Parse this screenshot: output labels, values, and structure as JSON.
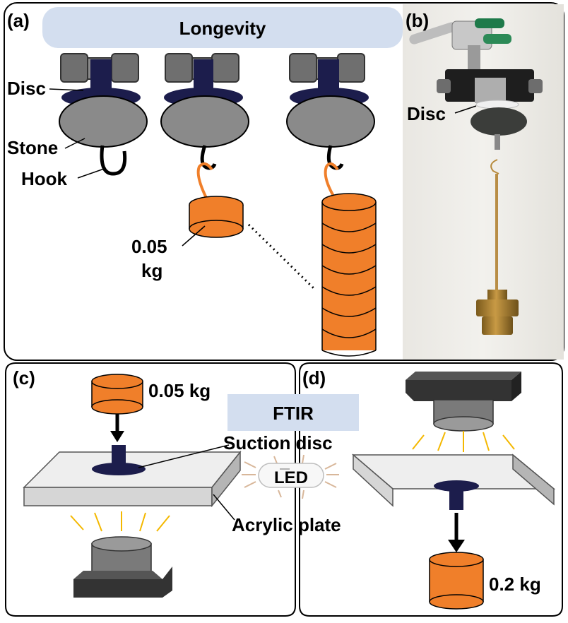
{
  "panels": {
    "a": "(a)",
    "b": "(b)",
    "c": "(c)",
    "d": "(d)"
  },
  "banners": {
    "longevity": "Longevity",
    "ftir": "FTIR"
  },
  "labels_a": {
    "disc": "Disc",
    "stone": "Stone",
    "hook": "Hook",
    "weight_value": "0.05",
    "weight_unit": "kg"
  },
  "labels_b": {
    "disc": "Disc"
  },
  "labels_c": {
    "weight": "0.05 kg",
    "suction_disc": "Suction disc",
    "acrylic_plate": "Acrylic plate",
    "led": "LED"
  },
  "labels_d": {
    "weight": "0.2 kg"
  },
  "colors": {
    "orange": "#f07f2a",
    "disc_navy": "#1c1d4c",
    "stone_gray": "#8a8a8a",
    "clamp_gray": "#6f6f6f",
    "camera_dark": "#333333",
    "banner_blue": "#d3deef",
    "light_ray": "#f4b800"
  }
}
